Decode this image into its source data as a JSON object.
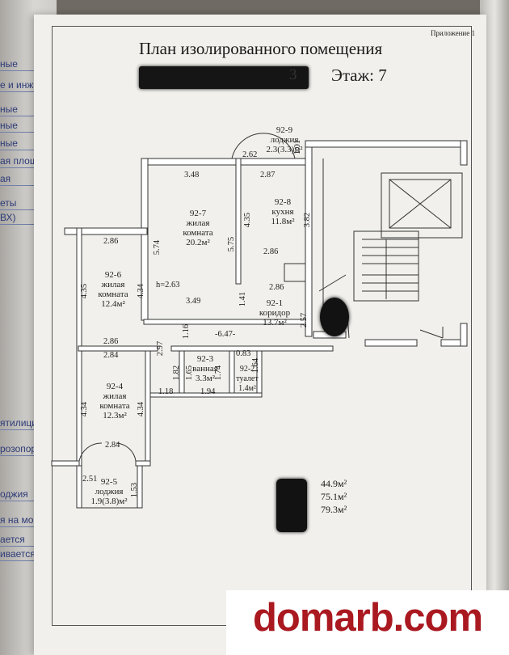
{
  "background_text": {
    "left_fragments": [
      "ные",
      "е и инженерн",
      "ные",
      "ные",
      "ные",
      "ая площадь",
      "ая",
      "еты",
      "ВХ)",
      "ятилиции с",
      "розопорно",
      "оджия",
      "я на мо",
      "ается",
      "ивается"
    ]
  },
  "header": {
    "appendix": "Приложение 1",
    "title": "План изолированного помещения",
    "address_tail": "3",
    "floor": "Этаж: 7"
  },
  "rooms": {
    "loggia_9": [
      "92-9",
      "лоджия",
      "2.3(3.3)м²"
    ],
    "kitchen": [
      "92-8",
      "кухня",
      "11.8м²"
    ],
    "living_7": [
      "92-7",
      "жилая",
      "комната",
      "20.2м²"
    ],
    "living_6": [
      "92-6",
      "жилая",
      "комната",
      "12.4м²"
    ],
    "corridor": [
      "92-1",
      "коридор",
      "13.7м²"
    ],
    "bathroom": [
      "92-3",
      "ванная",
      "3.3м²"
    ],
    "toilet": [
      "92-2",
      "туалет",
      "1.4м²"
    ],
    "living_4": [
      "92-4",
      "жилая",
      "комната",
      "12.3м²"
    ],
    "loggia_5": [
      "92-5",
      "лоджия",
      "1.9(3.8)м²"
    ]
  },
  "dimensions": {
    "d_262": "2.62",
    "d_101": "1.01",
    "d_348": "3.48",
    "d_287": "2.87",
    "d_435a": "4.35",
    "d_382": "3.82",
    "d_286a": "2.86",
    "d_574": "5.74",
    "d_575": "5.75",
    "d_286b": "2.86",
    "d_435b": "4.35",
    "d_434a": "4.34",
    "d_h": "h=2.63",
    "d_349": "3.49",
    "d_141": "1.41",
    "d_286c": "2.86",
    "d_257": "2.57",
    "d_116": "1.16",
    "d_647": "-6.47-",
    "d_286d": "2.86",
    "d_284a": "2.84",
    "d_297": "2.97",
    "d_083": "0.83",
    "d_182": "1.82",
    "d_165": "1.65",
    "d_174": "1.74",
    "d_164": "1.64",
    "d_118": "1.18",
    "d_194": "1.94",
    "d_434b": "4.34",
    "d_434c": "4.34",
    "d_284b": "2.84",
    "d_251": "2.51",
    "d_153": "1.53"
  },
  "areas": [
    "44.9м²",
    "75.1м²",
    "79.3м²"
  ],
  "watermark": "domarb.com",
  "colors": {
    "watermark": "#aa1820",
    "paper": "#f1f0ec",
    "ink": "#222222"
  }
}
